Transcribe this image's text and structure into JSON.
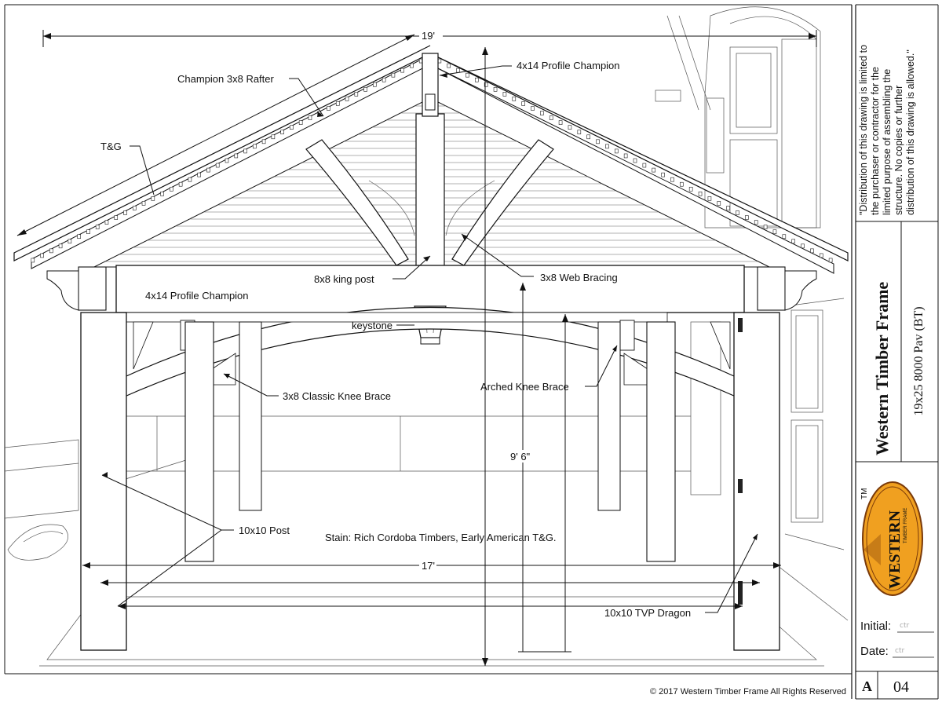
{
  "labels": {
    "rafter": "Champion 3x8 Rafter",
    "tg": "T&G",
    "profile_top": "4x14 Profile Champion",
    "profile_beam": "4x14 Profile Champion",
    "king_post": "8x8 king post",
    "web_bracing": "3x8 Web Bracing",
    "keystone": "keystone",
    "classic_knee": "3x8 Classic Knee Brace",
    "arched_knee": "Arched Knee Brace",
    "post": "10x10 Post",
    "stain": "Stain: Rich Cordoba Timbers, Early American T&G.",
    "tvp": "10x10 TVP Dragon"
  },
  "dimensions": {
    "width_top": "19'",
    "width_bottom": "17'",
    "height": "9' 6\""
  },
  "copyright": "© 2017 Western Timber Frame All Rights Reserved",
  "title_block": {
    "notice_lines": [
      "\"Distribution of this drawing is limited to",
      "the purchaser or contractor for the",
      "limited purpose of assembling the",
      "structure.  No copies or further",
      "distribution of this drawing is allowed.\""
    ],
    "company": "Western Timber Frame",
    "model": "19x25 8000 Pav (BT)",
    "tm": "TM",
    "logo_text": "WESTERN",
    "logo_sub": "TIMBER FRAME",
    "initial_label": "Initial:",
    "date_label": "Date:",
    "initial_sig": "ctr",
    "date_sig": "ctr",
    "sheet_letter": "A",
    "sheet_number": "04"
  },
  "colors": {
    "logo_fill": "#f0a020",
    "logo_stroke": "#7a3a0a",
    "line": "#111111"
  }
}
